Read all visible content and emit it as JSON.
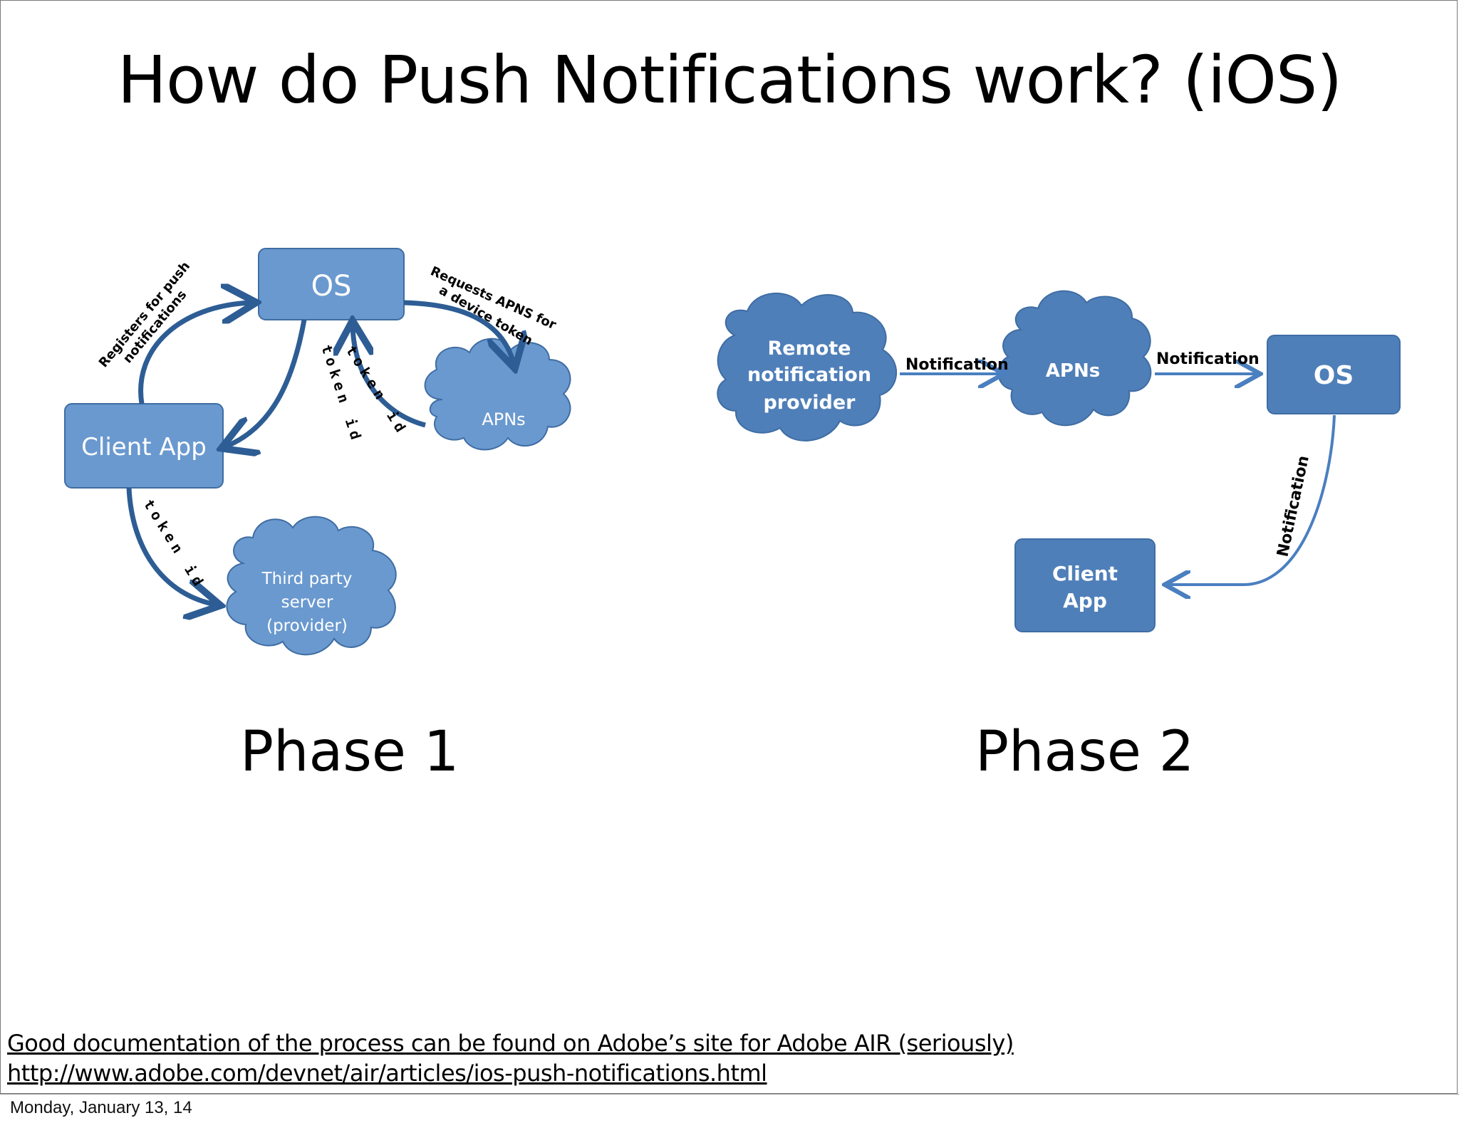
{
  "slide": {
    "title": "How do Push Notifications work? (iOS)",
    "phase1_label": "Phase 1",
    "phase2_label": "Phase 2",
    "doc_text": "Good documentation of the process can be found on Adobe’s site for Adobe AIR (seriously)",
    "doc_url": "http://www.adobe.com/devnet/air/articles/ios-push-notifications.html",
    "date": "Monday, January 13, 14"
  },
  "phase1": {
    "os": "OS",
    "client_app": "Client App",
    "apns": "APNs",
    "third_party_line1": "Third party",
    "third_party_line2": "server",
    "third_party_line3": "(provider)",
    "registers_line1": "Registers for push",
    "registers_line2": "notifications",
    "requests_line1": "Requests APNS for",
    "requests_line2": "a device token",
    "token_id": "token id"
  },
  "phase2": {
    "remote_line1": "Remote",
    "remote_line2": "notification",
    "remote_line3": "provider",
    "apns": "APNs",
    "os": "OS",
    "client_line1": "Client",
    "client_line2": "App",
    "notification": "Notification"
  },
  "colors": {
    "box_fill": "#6a99cf",
    "box_dark": "#4f7fb9",
    "box_stroke": "#3f6da3",
    "arrow": "#2d5d94",
    "arrow_light": "#4a7fc0"
  }
}
